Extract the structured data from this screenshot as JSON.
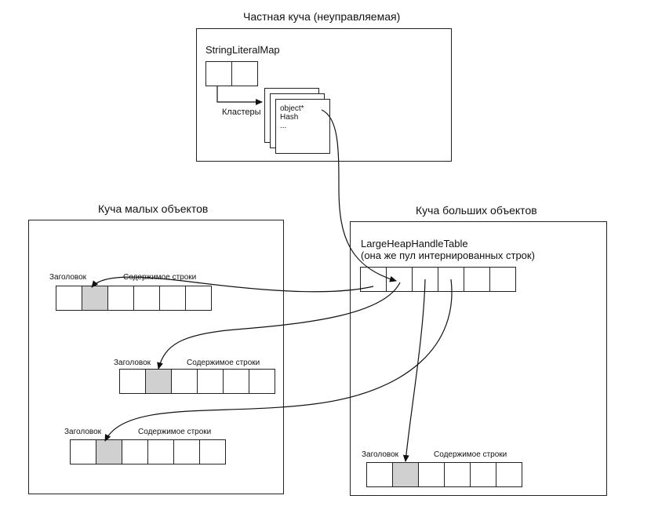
{
  "private_heap": {
    "title": "Частная куча (неуправляемая)",
    "map_label": "StringLiteralMap",
    "clusters_label": "Кластеры",
    "entry_lines": [
      "object*",
      "Hash",
      "..."
    ]
  },
  "soh": {
    "title": "Куча малых объектов",
    "header_label": "Заголовок",
    "content_label": "Содержимое строки"
  },
  "loh": {
    "title": "Куча больших объектов",
    "table_label_line1": "LargeHeapHandleTable",
    "table_label_line2": "(она же пул интернированных строк)",
    "header_label": "Заголовок",
    "content_label": "Содержимое строки"
  },
  "colors": {
    "header_cell": "#d0d0d0",
    "stroke": "#222222"
  }
}
